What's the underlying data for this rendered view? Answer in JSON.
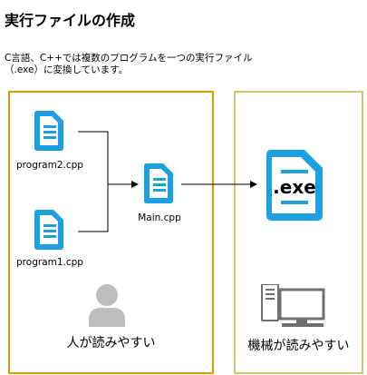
{
  "title": "実行ファイルの作成",
  "description": "C言語、C++では複数のプログラムを一つの実行ファイル（.exe）に変換しています。",
  "colors": {
    "human_box_border": "#d79b00",
    "machine_box_border": "#d6c46a",
    "file_icon": "#1ba1e2",
    "person_icon": "#bdbdbd",
    "computer_icon": "#6f6f6f"
  },
  "human_area": {
    "label": "人が読みやすい",
    "icon": "person-icon",
    "files": [
      {
        "label": "program2.cpp",
        "icon": "document-icon"
      },
      {
        "label": "program1.cpp",
        "icon": "document-icon"
      },
      {
        "label": "Main.cpp",
        "icon": "document-icon"
      }
    ]
  },
  "machine_area": {
    "label": "機械が読みやすい",
    "icon": "desktop-computer-icon",
    "output": {
      "label": ".exe",
      "icon": "executable-file-icon"
    }
  }
}
